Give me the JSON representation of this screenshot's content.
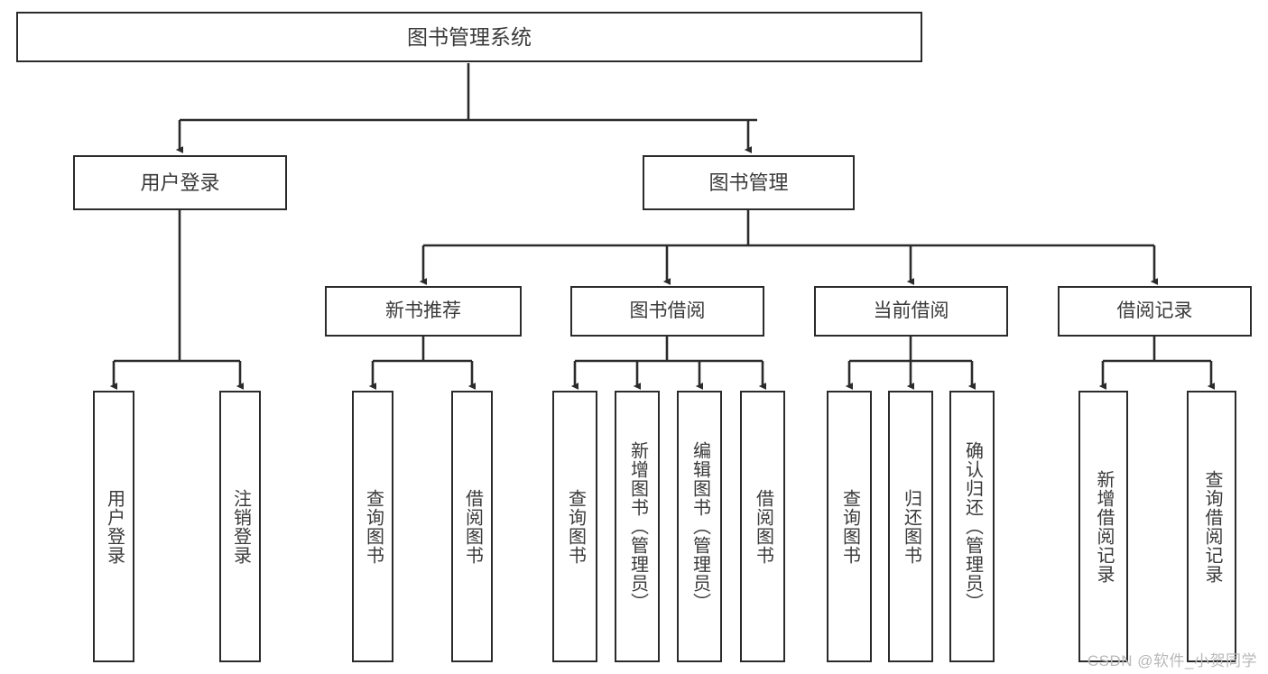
{
  "diagram": {
    "title": "图书管理系统",
    "type": "tree-hierarchy-diagram",
    "colors": {
      "box_border": "#2b2b2b",
      "box_fill": "#ffffff",
      "connector": "#2b2b2b",
      "text": "#3a3a3a",
      "watermark": "#b9b9b9",
      "background": "#ffffff"
    },
    "root": {
      "label": "图书管理系统"
    },
    "level2": [
      {
        "label": "用户登录"
      },
      {
        "label": "图书管理"
      }
    ],
    "level3": [
      {
        "label": "新书推荐"
      },
      {
        "label": "图书借阅"
      },
      {
        "label": "当前借阅"
      },
      {
        "label": "借阅记录"
      }
    ],
    "leaves": {
      "user_login": [
        {
          "label": "用户登录"
        },
        {
          "label": "注销登录"
        }
      ],
      "new_book_recommend": [
        {
          "label": "查询图书"
        },
        {
          "label": "借阅图书"
        }
      ],
      "book_borrow": [
        {
          "label": "查询图书"
        },
        {
          "label": "新增图书（管理员）"
        },
        {
          "label": "编辑图书（管理员）"
        },
        {
          "label": "借阅图书"
        }
      ],
      "current_borrow": [
        {
          "label": "查询图书"
        },
        {
          "label": "归还图书"
        },
        {
          "label": "确认归还（管理员）"
        }
      ],
      "borrow_record": [
        {
          "label": "新增借阅记录"
        },
        {
          "label": "查询借阅记录"
        }
      ]
    }
  },
  "watermark": {
    "text": "CSDN @软件_小贺同学"
  }
}
